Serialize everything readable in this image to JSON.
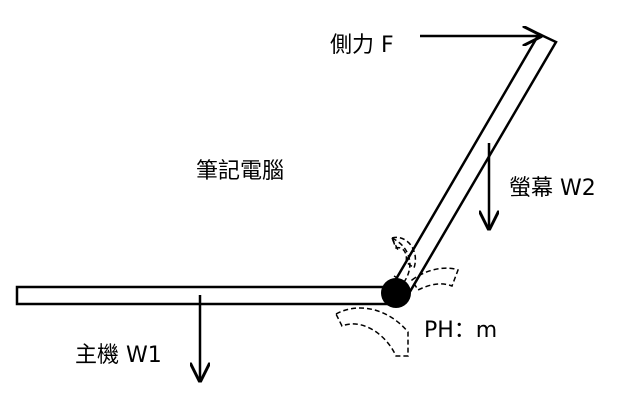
{
  "diagram": {
    "title": "筆記電腦",
    "labels": {
      "side_force": "側力 F",
      "screen_weight": "螢幕 W2",
      "base_weight": "主機 W1",
      "hinge": "PH：m"
    }
  }
}
